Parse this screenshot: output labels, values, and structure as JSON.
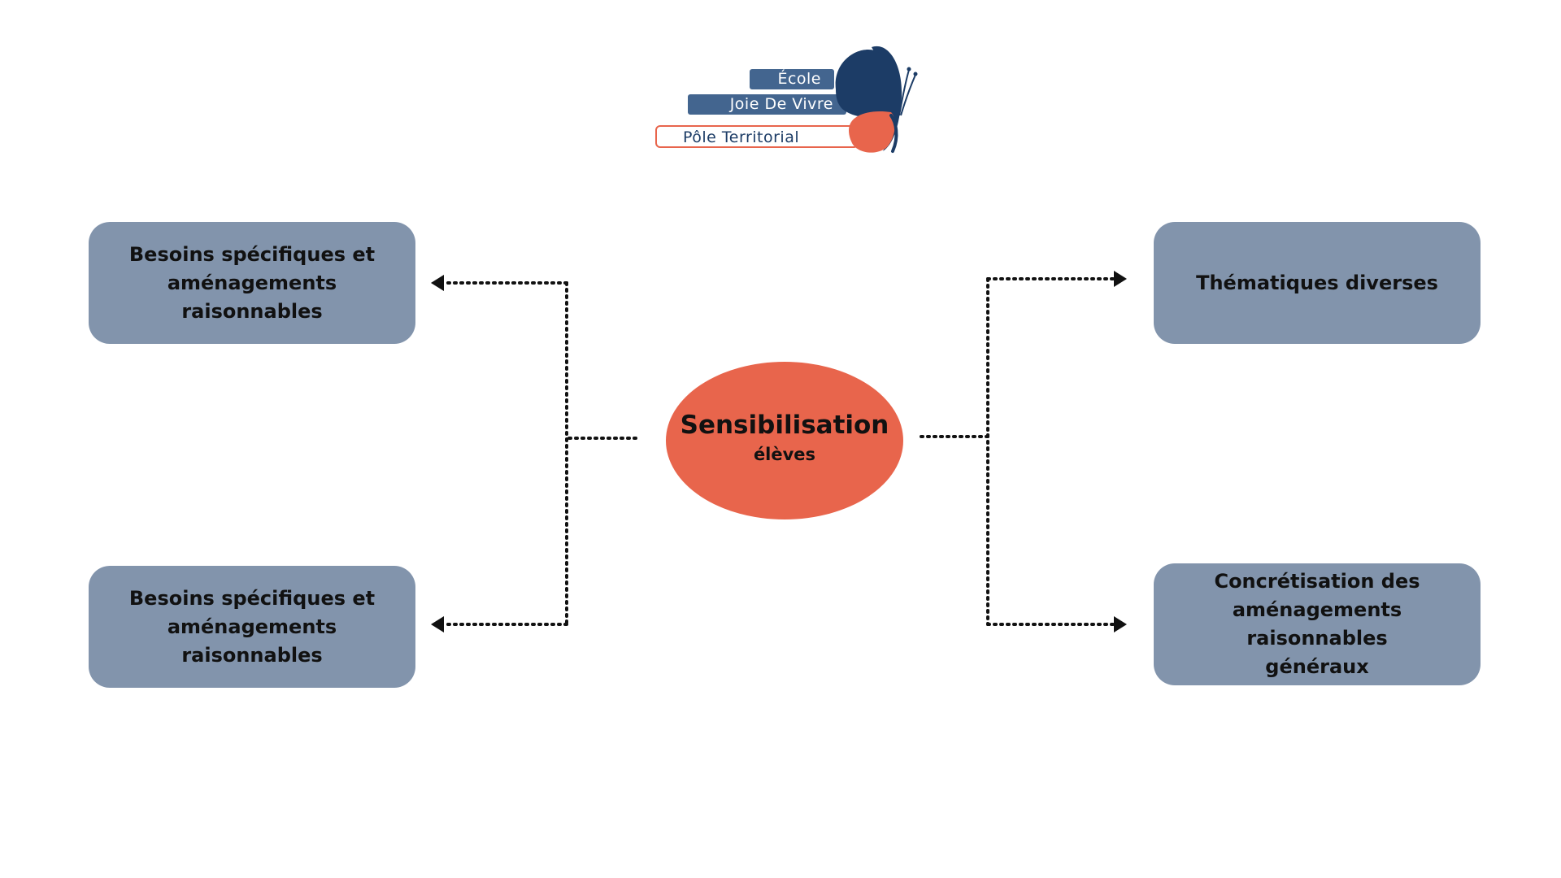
{
  "logo": {
    "line1": "École",
    "line2": "Joie De Vivre",
    "line3": "Pôle Territorial"
  },
  "center": {
    "title": "Sensibilisation",
    "subtitle": "élèves"
  },
  "boxes": {
    "top_left": "Besoins spécifiques et\naménagements raisonnables",
    "bottom_left": "Besoins spécifiques et\naménagements raisonnables",
    "top_right": "Thématiques diverses",
    "bottom_right": "Concrétisation des\naménagements raisonnables\ngénéraux"
  },
  "colors": {
    "box_fill": "#8294ac",
    "center_fill": "#e8654c",
    "logo_blue": "#1c3c66",
    "logo_orange": "#e8654c"
  }
}
